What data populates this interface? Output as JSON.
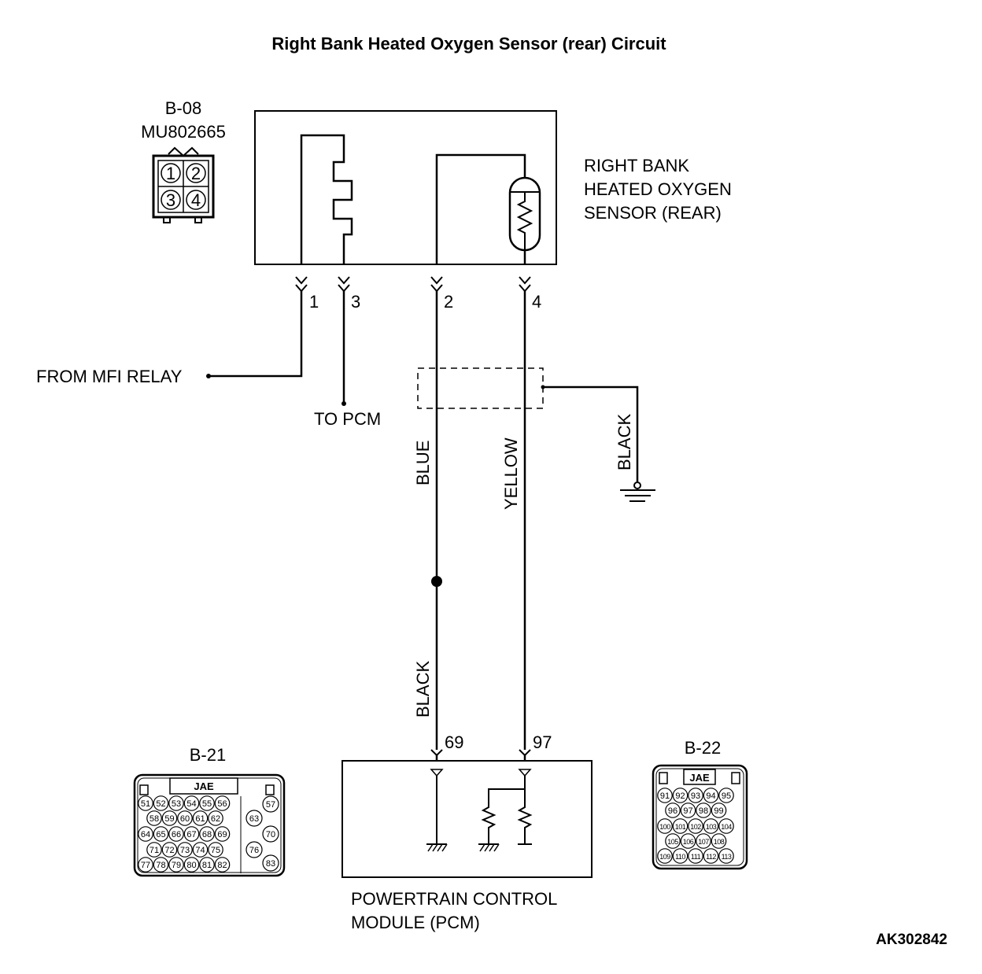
{
  "title": "Right Bank Heated Oxygen Sensor (rear) Circuit",
  "figure_id": "AK302842",
  "connector_b08": {
    "id": "B-08",
    "part": "MU802665",
    "pins": [
      "1",
      "2",
      "3",
      "4"
    ]
  },
  "sensor": {
    "label_lines": [
      "RIGHT BANK",
      "HEATED OXYGEN",
      "SENSOR (REAR)"
    ]
  },
  "sensor_pins": {
    "p1": "1",
    "p3": "3",
    "p2": "2",
    "p4": "4"
  },
  "labels": {
    "from_relay": "FROM MFI RELAY",
    "to_pcm": "TO PCM",
    "wire_blue": "BLUE",
    "wire_yellow": "YELLOW",
    "wire_black_shield": "BLACK",
    "wire_black_lower": "BLACK"
  },
  "pcm": {
    "label_lines": [
      "POWERTRAIN CONTROL",
      "MODULE (PCM)"
    ],
    "pin_a": "69",
    "pin_b": "97"
  },
  "connector_b21": {
    "id": "B-21",
    "maker": "JAE",
    "rows": [
      [
        "51",
        "52",
        "53",
        "54",
        "55",
        "56"
      ],
      [
        "58",
        "59",
        "60",
        "61",
        "62"
      ],
      [
        "64",
        "65",
        "66",
        "67",
        "68",
        "69"
      ],
      [
        "71",
        "72",
        "73",
        "74",
        "75"
      ],
      [
        "77",
        "78",
        "79",
        "80",
        "81",
        "82"
      ]
    ],
    "side": [
      "57",
      "63",
      "70",
      "76",
      "83"
    ]
  },
  "connector_b22": {
    "id": "B-22",
    "maker": "JAE",
    "rows": [
      [
        "91",
        "92",
        "93",
        "94",
        "95"
      ],
      [
        "96",
        "97",
        "98",
        "99"
      ],
      [
        "100",
        "101",
        "102",
        "103",
        "104"
      ],
      [
        "105",
        "106",
        "107",
        "108"
      ],
      [
        "109",
        "110",
        "111",
        "112",
        "113"
      ]
    ]
  }
}
